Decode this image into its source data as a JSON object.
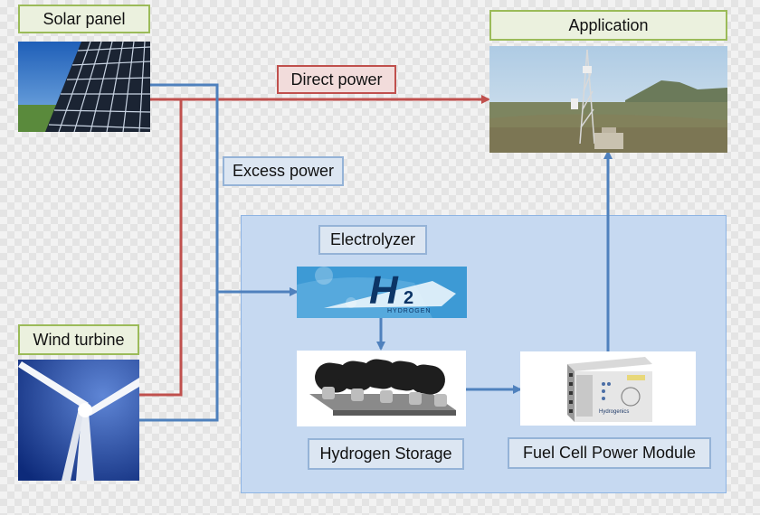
{
  "labels": {
    "solar_panel": "Solar panel",
    "wind_turbine": "Wind turbine",
    "application": "Application",
    "direct_power": "Direct power",
    "excess_power": "Excess power",
    "electrolyzer": "Electrolyzer",
    "hydrogen_storage": "Hydrogen Storage",
    "fuel_cell": "Fuel Cell Power Module"
  },
  "electrolyzer_graphic": {
    "symbol": "H",
    "subscript": "2",
    "tagline": "HYDROGEN"
  },
  "fuel_cell_graphic": {
    "brand": "Hydrogenics"
  },
  "colors": {
    "green_border": "#9bbb59",
    "blue_border": "#95b3d7",
    "red_line": "#c0504d",
    "blue_line": "#4f81bd",
    "panel_fill": "#c6d9f1"
  }
}
